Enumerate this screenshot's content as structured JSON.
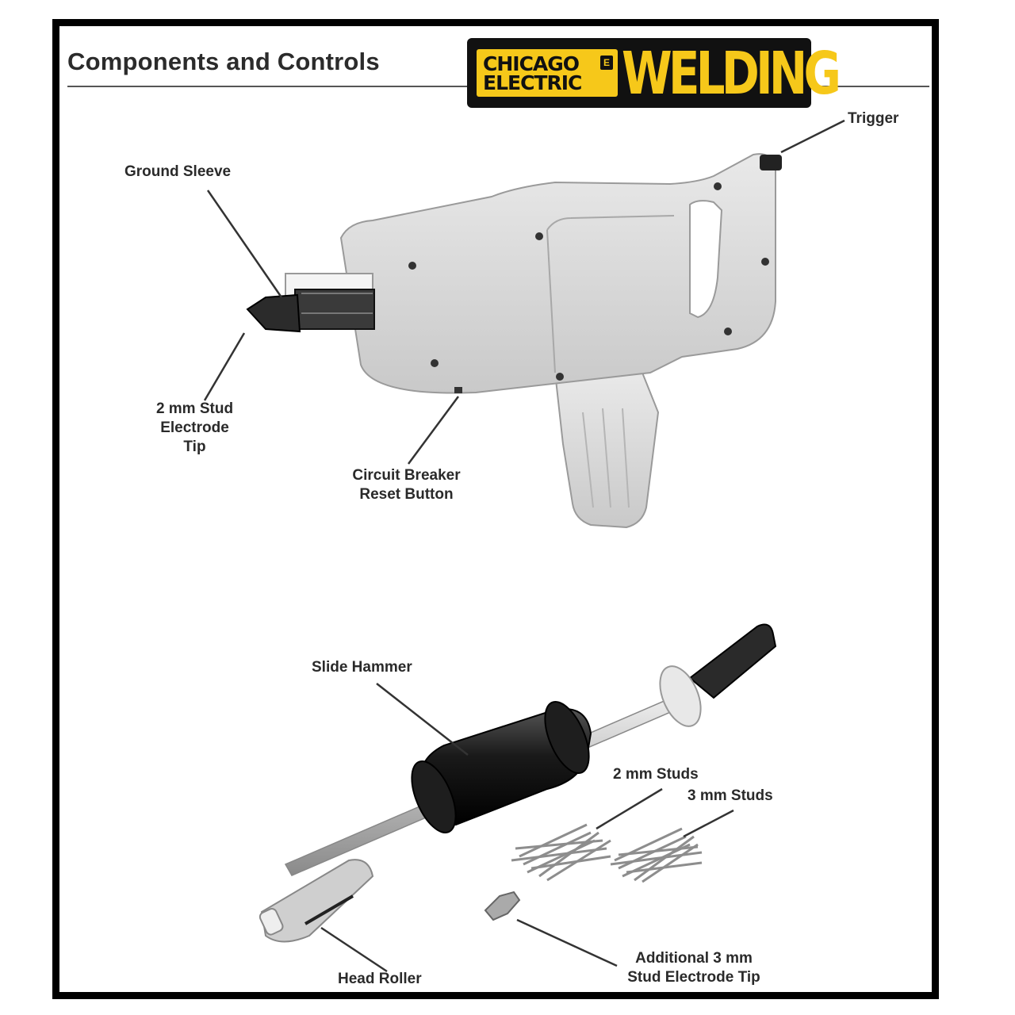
{
  "heading": {
    "title": "Components and Controls"
  },
  "brand": {
    "line1": "CHICAGO",
    "line2": "ELECTRIC",
    "word": "WELDING",
    "colors": {
      "yellow": "#f6c81a",
      "black": "#111111"
    }
  },
  "labels": {
    "trigger": "Trigger",
    "ground_sleeve": "Ground Sleeve",
    "stud_tip_line1": "2 mm Stud",
    "stud_tip_line2": "Electrode",
    "stud_tip_line3": "Tip",
    "breaker_line1": "Circuit Breaker",
    "breaker_line2": "Reset Button",
    "slide_hammer": "Slide Hammer",
    "studs_2mm": "2 mm Studs",
    "studs_3mm": "3 mm Studs",
    "head_roller": "Head Roller",
    "extra_tip_line1": "Additional 3 mm",
    "extra_tip_line2": "Stud Electrode Tip"
  }
}
